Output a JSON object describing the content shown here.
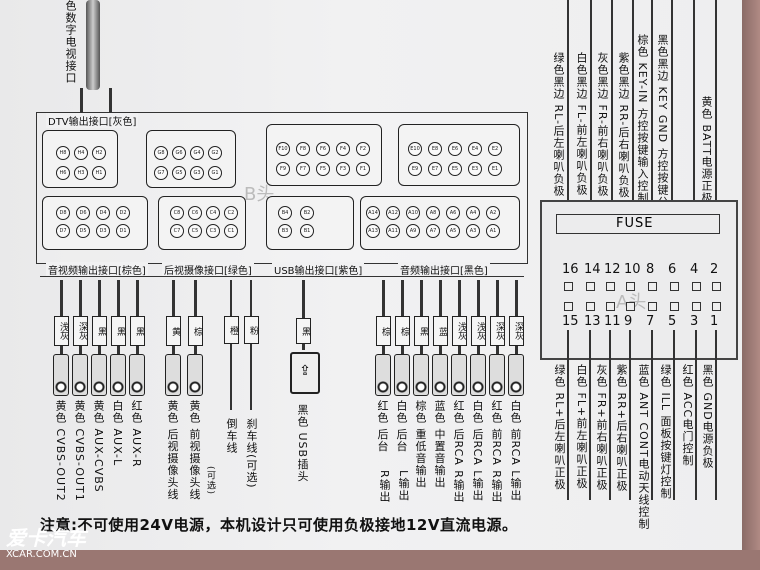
{
  "top": {
    "dtv_port_label": "色数字电视接口",
    "dtv_group_title": "DTV输出接口[灰色]"
  },
  "connectors": {
    "h_pins": [
      "H8",
      "H4",
      "H2",
      "H6",
      "H3",
      "H1"
    ],
    "g_pins": [
      "G8",
      "G6",
      "G4",
      "G2",
      "G7",
      "G5",
      "G3",
      "G1"
    ],
    "f_pins": [
      "F10",
      "F8",
      "F6",
      "F4",
      "F2",
      "F9",
      "F7",
      "F5",
      "F3",
      "F1"
    ],
    "e_pins": [
      "E10",
      "E8",
      "E6",
      "E4",
      "E2",
      "E9",
      "E7",
      "E5",
      "E3",
      "E1"
    ],
    "d_pins": [
      "D8",
      "D6",
      "D4",
      "D2",
      "D7",
      "D5",
      "D3",
      "D1"
    ],
    "c_pins": [
      "C8",
      "C6",
      "C4",
      "C2",
      "C7",
      "C5",
      "C3",
      "C1"
    ],
    "b_pins": [
      "B4",
      "B2",
      "B3",
      "B1"
    ],
    "a_pins": [
      "A14",
      "A12",
      "A10",
      "A8",
      "A6",
      "A4",
      "A2",
      "A13",
      "A11",
      "A9",
      "A7",
      "A5",
      "A3",
      "A1"
    ],
    "watermark_b": "B头",
    "watermark_a": "A头"
  },
  "section_labels": {
    "av_out": "音视频输出接口[棕色]",
    "rear_cam": "后视摄像接口[绿色]",
    "usb": "USB输出接口[紫色]",
    "audio_out": "音频输出接口[黑色]"
  },
  "av_tags": [
    "浅灰",
    "深灰",
    "黑",
    "黑",
    "黑"
  ],
  "av_wires": [
    "黄色 CVBS-OUT2",
    "黄色 CVBS-OUT1",
    "黄色 AUX-CVBS",
    "白色 AUX-L",
    "红色 AUX-R"
  ],
  "cam_tags": [
    "黄",
    "棕",
    "橙",
    "粉"
  ],
  "cam_wires": [
    "黄色 后视摄像头线",
    "黄色 前视摄像头线",
    "(可选)",
    "倒车线",
    "刹车线(可选)"
  ],
  "usb_tag": "黑",
  "usb_wire": "黑色 USB插头",
  "audio_tags": [
    "棕",
    "棕",
    "黑",
    "蓝",
    "浅灰",
    "浅灰",
    "深灰",
    "深灰"
  ],
  "audio_wires": [
    "红色 后台",
    "白色 后台",
    "棕色 重低音输出",
    "蓝色 中置音输出",
    "红色 后RCA R输出",
    "白色 后RCA L输出",
    "红色 前RCA R输出",
    "白色 前RCA L输出"
  ],
  "audio_sub": [
    "R输出",
    "L输出"
  ],
  "top_wires": [
    "绿色黑边 RL-后左喇叭负极",
    "白色黑边 FL-前左喇叭负极",
    "灰色黑边 FR-前右喇叭负极",
    "紫色黑边 RR-后右喇叭负极",
    "棕色 KEY-IN 方控按键输入控制",
    "黑色黑边 KEY GND 方控按键公共输入控制",
    "",
    "黄色 BATT电源正极"
  ],
  "fuse": {
    "label": "FUSE",
    "top_pins": [
      "16",
      "14",
      "12",
      "10",
      "8",
      "6",
      "4",
      "2"
    ],
    "bottom_pins": [
      "15",
      "13",
      "11",
      "9",
      "7",
      "5",
      "3",
      "1"
    ]
  },
  "bottom_wires": [
    "绿色 RL+后左喇叭正极",
    "白色 FL+前左喇叭正极",
    "灰色 FR+前右喇叭正极",
    "紫色 RR+后右喇叭正极",
    "蓝色 ANT CONT电动天线控制",
    "绿色 ILL 面板按键灯控制",
    "红色 ACC电门控制",
    "黑色 GND电源负极"
  ],
  "note": "注意:不可使用24V电源，本机设计只可使用负极接地12V直流电源。",
  "logo": {
    "line1": "爱卡汽车",
    "line2": "XCAR.COM.CN"
  }
}
